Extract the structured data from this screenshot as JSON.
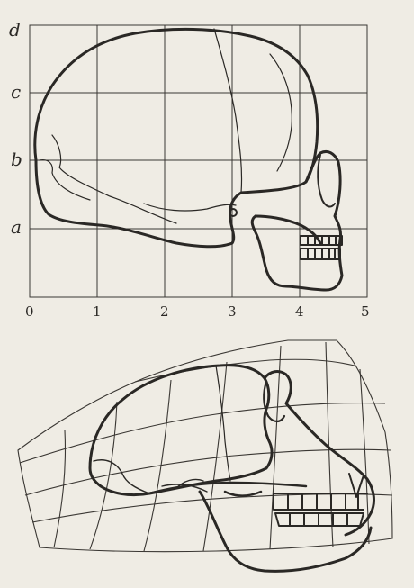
{
  "figure": {
    "top_panel": {
      "row_labels": [
        "d",
        "c",
        "b",
        "a"
      ],
      "col_labels": [
        "0",
        "1",
        "2",
        "3",
        "4",
        "5"
      ]
    }
  },
  "colors": {
    "paper": "#efece4",
    "ink": "#2a2825"
  }
}
